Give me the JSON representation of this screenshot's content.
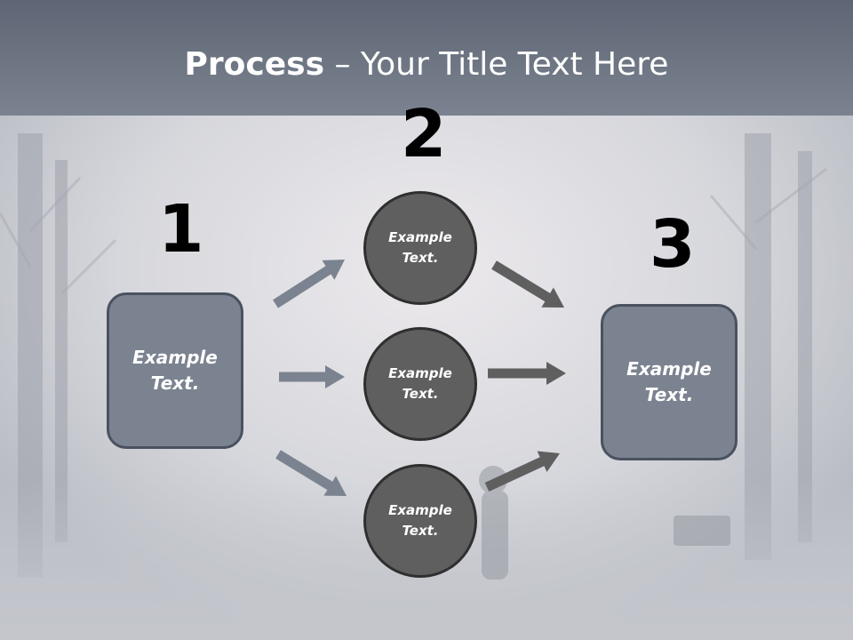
{
  "title": {
    "bold": "Process",
    "rest": " – Your Title Text Here"
  },
  "numbers": [
    "1",
    "2",
    "3"
  ],
  "left_box": "Example Text.",
  "right_box": "Example Text.",
  "circles": [
    "Example Text.",
    "Example Text.",
    "Example Text."
  ],
  "colors": {
    "box_fill": "#7b8390",
    "circle_fill": "#5f5f5f",
    "arrow_in": "#7b8390",
    "arrow_out": "#5f5f5f"
  }
}
